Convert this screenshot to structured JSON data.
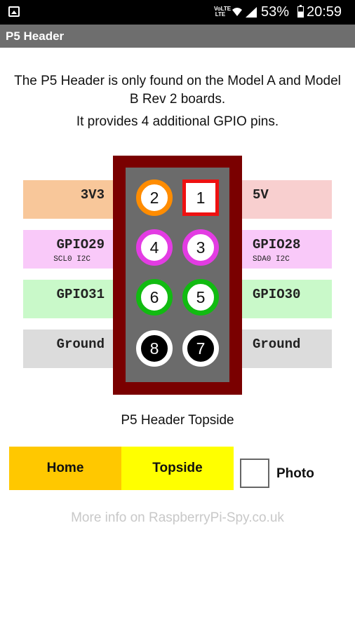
{
  "status_bar": {
    "network_label": "VoLTE LTE",
    "battery_percent": "53%",
    "battery_level": 0.53,
    "time": "20:59"
  },
  "app_bar": {
    "title": "P5 Header"
  },
  "intro": {
    "line1": "The P5 Header is only found on the Model A and Model B Rev 2 boards.",
    "line2": "It provides 4 additional GPIO pins."
  },
  "left_labels": [
    {
      "name": "3V3",
      "sub": ""
    },
    {
      "name": "GPIO29",
      "sub": "SCL0 I2C"
    },
    {
      "name": "GPIO31",
      "sub": ""
    },
    {
      "name": "Ground",
      "sub": ""
    }
  ],
  "right_labels": [
    {
      "name": "5V",
      "sub": ""
    },
    {
      "name": "GPIO28",
      "sub": "SDA0 I2C"
    },
    {
      "name": "GPIO30",
      "sub": ""
    },
    {
      "name": "Ground",
      "sub": ""
    }
  ],
  "pins": [
    "2",
    "1",
    "4",
    "3",
    "6",
    "5",
    "8",
    "7"
  ],
  "caption": "P5 Header Topside",
  "buttons": {
    "home": "Home",
    "topside": "Topside"
  },
  "photo_checkbox": {
    "label": "Photo",
    "checked": false
  },
  "more_info": "More info on RaspberryPi-Spy.co.uk",
  "colors": {
    "app_bar": "#6e6e6e",
    "header_frame": "#7a0000",
    "home_button": "#ffc800",
    "topside_button": "#ffff00",
    "power_3v3": "#ff8c00",
    "power_5v": "#ee1111",
    "i2c": "#e33ce3",
    "gpio": "#11bb11",
    "ground": "#000000"
  }
}
